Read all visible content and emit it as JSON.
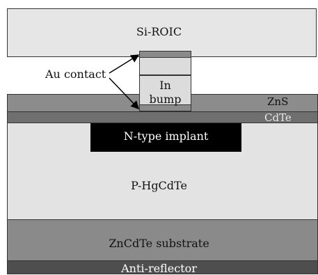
{
  "layers": {
    "roic": "Si-ROIC",
    "zns": "ZnS",
    "cdte": "CdTe",
    "implant": "N-type implant",
    "hgcdte": "P-HgCdTe",
    "substrate": "ZnCdTe substrate",
    "antireflector": "Anti-reflector"
  },
  "bump": {
    "line1": "In",
    "line2": "bump"
  },
  "callout": {
    "au_contact": "Au contact"
  }
}
